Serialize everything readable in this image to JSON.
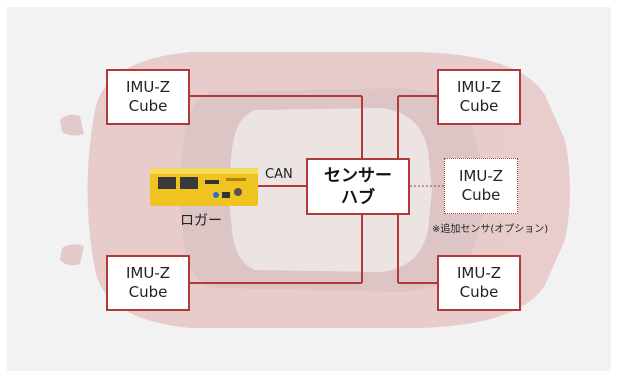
{
  "colors": {
    "accent": "#b03a3a",
    "background": "#f2f2f2",
    "logger_device": "#f0c420"
  },
  "diagram": {
    "imu_top_left": {
      "line1": "IMU-Z",
      "line2": "Cube"
    },
    "imu_top_right": {
      "line1": "IMU-Z",
      "line2": "Cube"
    },
    "imu_bottom_left": {
      "line1": "IMU-Z",
      "line2": "Cube"
    },
    "imu_bottom_right": {
      "line1": "IMU-Z",
      "line2": "Cube"
    },
    "imu_optional": {
      "line1": "IMU-Z",
      "line2": "Cube"
    },
    "hub": {
      "line1": "センサー",
      "line2": "ハブ"
    },
    "can_label": "CAN",
    "logger_label": "ロガー",
    "optional_note": "※追加センサ(オプション)"
  },
  "icons": {
    "car": "car-silhouette-icon",
    "logger": "data-logger-device-icon"
  }
}
